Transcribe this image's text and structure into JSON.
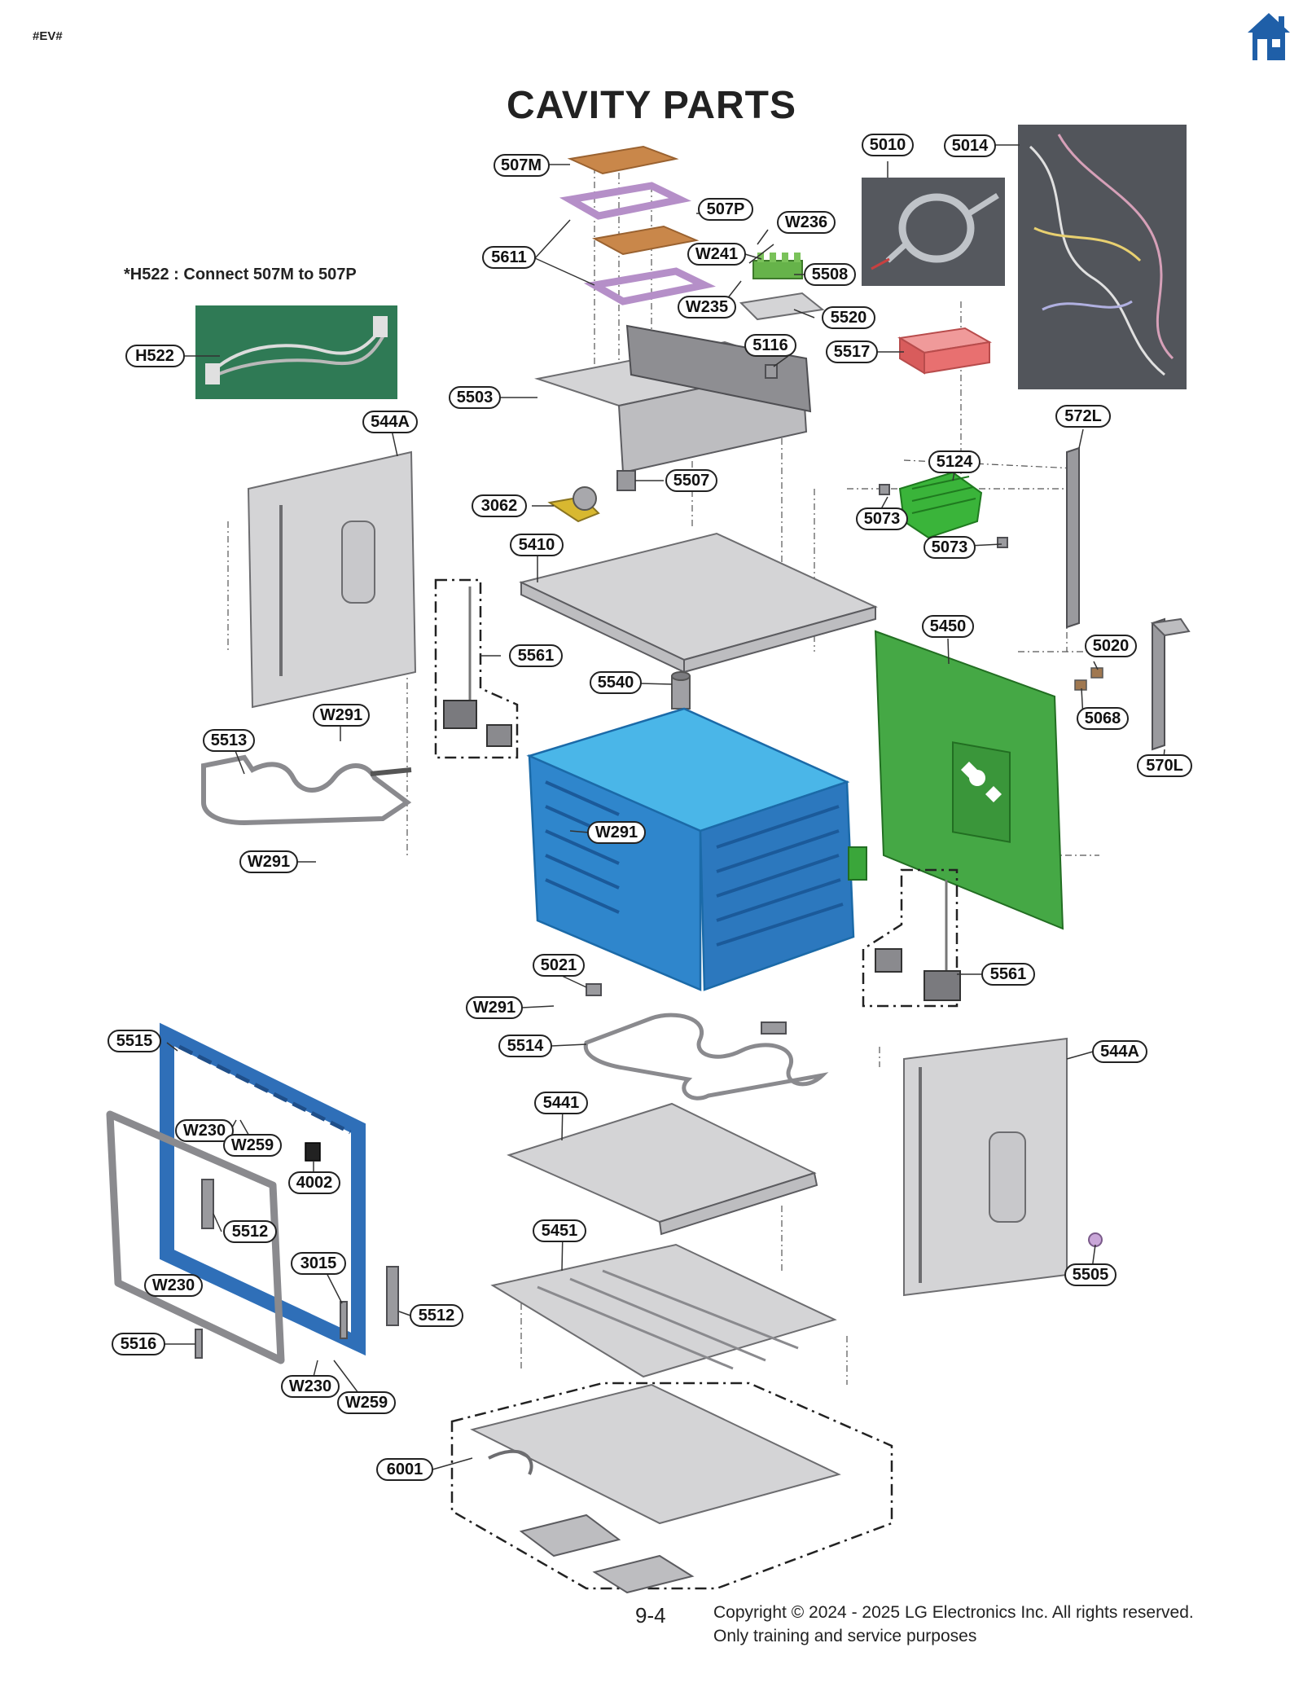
{
  "doc_tag": "#EV#",
  "title": "CAVITY PARTS",
  "note": "*H522 : Connect 507M to 507P",
  "page_number": "9-4",
  "copyright_line1": "Copyright © 2024 - 2025 LG Electronics Inc. All rights reserved.",
  "copyright_line2": "Only training and service purposes",
  "colors": {
    "cavity_blue": "#2f8fd8",
    "door_frame_blue": "#2f6fb8",
    "panel_green": "#3aa63a",
    "module_red": "#e86a6a",
    "insulation_brown": "#c9874a",
    "bracket_purple": "#c9a6d8",
    "home_icon": "#1f5fa8"
  },
  "icons": [
    "home-icon"
  ],
  "labels": {
    "l507M": "507M",
    "l5010": "5010",
    "l5014": "5014",
    "l507P": "507P",
    "lW236": "W236",
    "l5611": "5611",
    "lW241": "W241",
    "l5508": "5508",
    "lW235": "W235",
    "l5520": "5520",
    "lH522": "H522",
    "l5116": "5116",
    "l5517": "5517",
    "l5503": "5503",
    "l544A_1": "544A",
    "l572L": "572L",
    "l5507": "5507",
    "l5124": "5124",
    "l3062": "3062",
    "l5073_1": "5073",
    "l5073_2": "5073",
    "l5410": "5410",
    "l5450": "5450",
    "l5561_1": "5561",
    "l5020": "5020",
    "l5540": "5540",
    "l5068": "5068",
    "lW291_1": "W291",
    "l570L": "570L",
    "l5513": "5513",
    "lW291_2": "W291",
    "lW291_3": "W291",
    "l5021": "5021",
    "l5561_2": "5561",
    "lW291_4": "W291",
    "l5515": "5515",
    "l5514": "5514",
    "l544A_2": "544A",
    "l5441": "5441",
    "lW230_1": "W230",
    "lW259_1": "W259",
    "l4002": "4002",
    "l5512_1": "5512",
    "l5451": "5451",
    "l3015": "3015",
    "lW230_2": "W230",
    "l5512_2": "5512",
    "l5505": "5505",
    "l5516": "5516",
    "lW230_3": "W230",
    "lW259_2": "W259",
    "l6001": "6001"
  }
}
